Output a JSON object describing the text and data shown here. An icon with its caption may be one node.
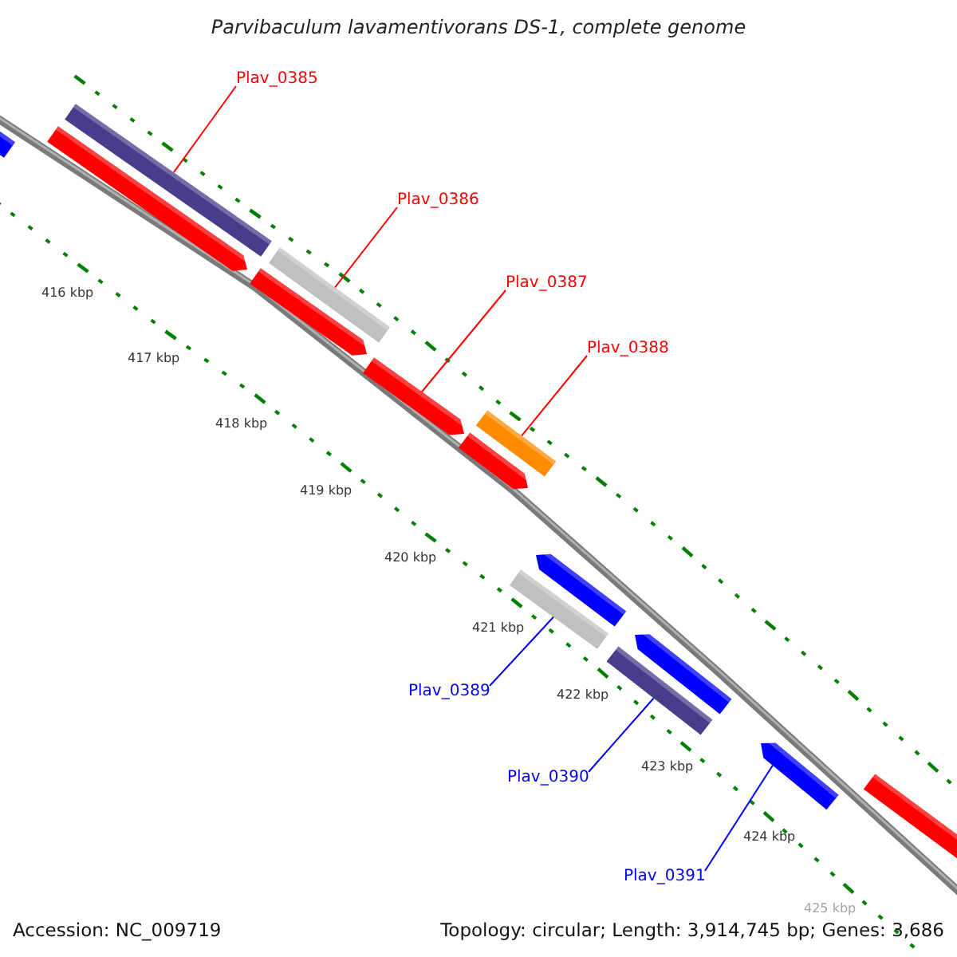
{
  "diagram": {
    "title": "Parvibaculum lavamentivorans DS-1, complete genome",
    "nodes": [
      {
        "text": [
          "Plav_0385"
        ]
      },
      {
        "text": [
          "Plav_0386"
        ]
      },
      {
        "text": [
          "Plav_0387"
        ]
      },
      {
        "text": [
          "Plav_0388"
        ]
      },
      {
        "text": [
          "Plav_0389"
        ]
      },
      {
        "text": [
          "Plav_0390"
        ]
      },
      {
        "text": [
          "Plav_0391"
        ]
      },
      {
        "text": [],
        "shape": "bar"
      },
      {
        "text": [],
        "shape": "bar"
      },
      {
        "text": [],
        "shape": "arrow"
      },
      {
        "text": [],
        "shape": "bar"
      },
      {
        "text": [],
        "shape": "bar"
      },
      {
        "text": [],
        "shape": "bar"
      },
      {
        "text": [],
        "shape": "arrow"
      }
    ],
    "edges": [
      {
        "from": 0,
        "to": 7,
        "arrow": "none"
      },
      {
        "from": 1,
        "to": 8,
        "arrow": "none"
      },
      {
        "from": 2,
        "to": 9,
        "arrow": "none"
      },
      {
        "from": 3,
        "to": 10,
        "arrow": "none"
      },
      {
        "from": 4,
        "to": 11,
        "arrow": "none",
        "color": "#0000ff"
      },
      {
        "from": 5,
        "to": 12,
        "arrow": "none",
        "color": "#0000ff"
      },
      {
        "from": 6,
        "to": 13,
        "arrow": "none",
        "color": "#0000ff"
      }
    ],
    "labels": [
      "416 kbp",
      "417 kbp",
      "418 kbp",
      "419 kbp",
      "420 kbp",
      "421 kbp",
      "422 kbp",
      "423 kbp",
      "424 kbp",
      "425 kbp",
      "Accession: NC_009719",
      "Topology: circular; Length: 3,914,745 bp; Genes: 3,686"
    ]
  }
}
